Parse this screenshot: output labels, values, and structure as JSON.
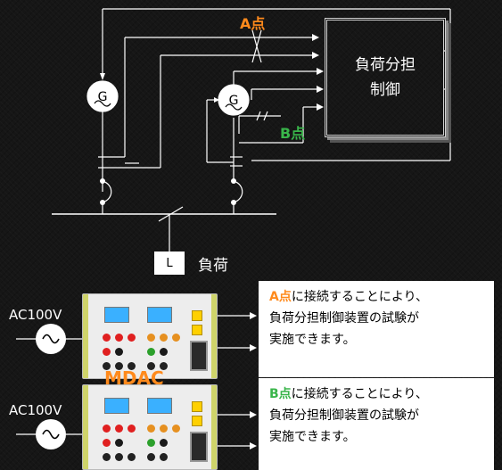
{
  "diagram": {
    "point_a_label": "A点",
    "point_b_label": "B点",
    "controller_line1": "負荷分担",
    "controller_line2": "制御",
    "generator_symbol": "G",
    "load_box": "L",
    "load_label": "負荷",
    "colors": {
      "point_a": "#ff8a1c",
      "point_b": "#39b54a",
      "line": "#ffffff"
    }
  },
  "bottom": {
    "ac_label_1": "AC100V",
    "ac_label_2": "AC100V",
    "device_name": "MDAC",
    "box_a": {
      "highlight": "A点",
      "line1_rest": "に接続することにより、",
      "line2": "負荷分担制御装置の試験が",
      "line3": "実施できます。"
    },
    "box_b": {
      "highlight": "B点",
      "line1_rest": "に接続することにより、",
      "line2": "負荷分担制御装置の試験が",
      "line3": "実施できます。"
    }
  }
}
